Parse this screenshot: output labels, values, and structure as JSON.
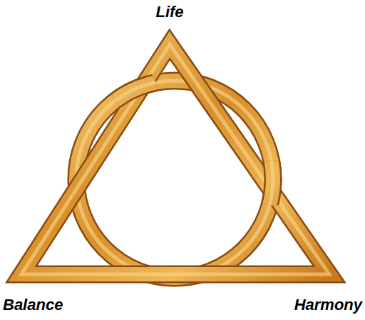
{
  "diagram": {
    "labels": [
      "Life",
      "Balance",
      "Harmony"
    ]
  }
}
